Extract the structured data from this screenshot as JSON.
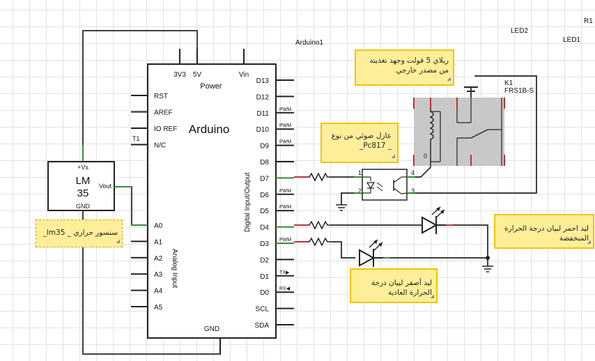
{
  "top_labels": {
    "arduino1": "Arduino1",
    "led2": "LED2",
    "r1": "R1",
    "led1": "LED1",
    "k1": "K1",
    "relay_part": "FRS1B-S",
    "t1": "T1"
  },
  "arduino": {
    "title": "Arduino",
    "power_label": "Power",
    "pin_3v3": "3V3",
    "pin_5v": "5V",
    "pin_vin": "Vin",
    "left_pins": [
      "RST",
      "AREF",
      "IO REF",
      "N/C"
    ],
    "analog_pins": [
      "A0",
      "A1",
      "A2",
      "A3",
      "A4",
      "A5"
    ],
    "analog_label": "Analog Input",
    "digital_label": "Digital Input/Output",
    "right_pins": [
      "D13",
      "D12",
      "D11",
      "D10",
      "D9",
      "D8",
      "D7",
      "D6",
      "D5",
      "D4",
      "D3",
      "D2",
      "D1",
      "D0",
      "SCL",
      "SDA"
    ],
    "pwm_label": "PWM",
    "tx_label": "TX▶",
    "rx_label": "RX◀",
    "gnd": "GND"
  },
  "lm35": {
    "vs": "+Vs",
    "name_line1": "LM",
    "name_line2": "35",
    "vout": "Vout",
    "gnd": "GND"
  },
  "optocoupler": {
    "pin1": "1",
    "pin2": "2",
    "pin3": "3",
    "pin4": "4"
  },
  "relay": {
    "pin_o": "0"
  },
  "notes": {
    "relay_note": "ريلاي 5 فولت وجهد تغذيته من مصدر خارجي",
    "isolator_note": "عازل ضوئي من نوع _ Pc817_",
    "sensor_note": "سنسور حراري _ lm35_",
    "red_led_note": "ليد احمر لبيان درجة الحرارة المنخفضة",
    "yellow_led_note": "ليد أصفر لبيان درجة الحرارة العادية"
  },
  "colors": {
    "wire": "#404040",
    "pin_end": "#3a8a3a",
    "resistor_end": "#c03030",
    "relay_fill": "#c8c8c8",
    "note_fill": "#ffee99",
    "note_border": "#f0c400"
  }
}
